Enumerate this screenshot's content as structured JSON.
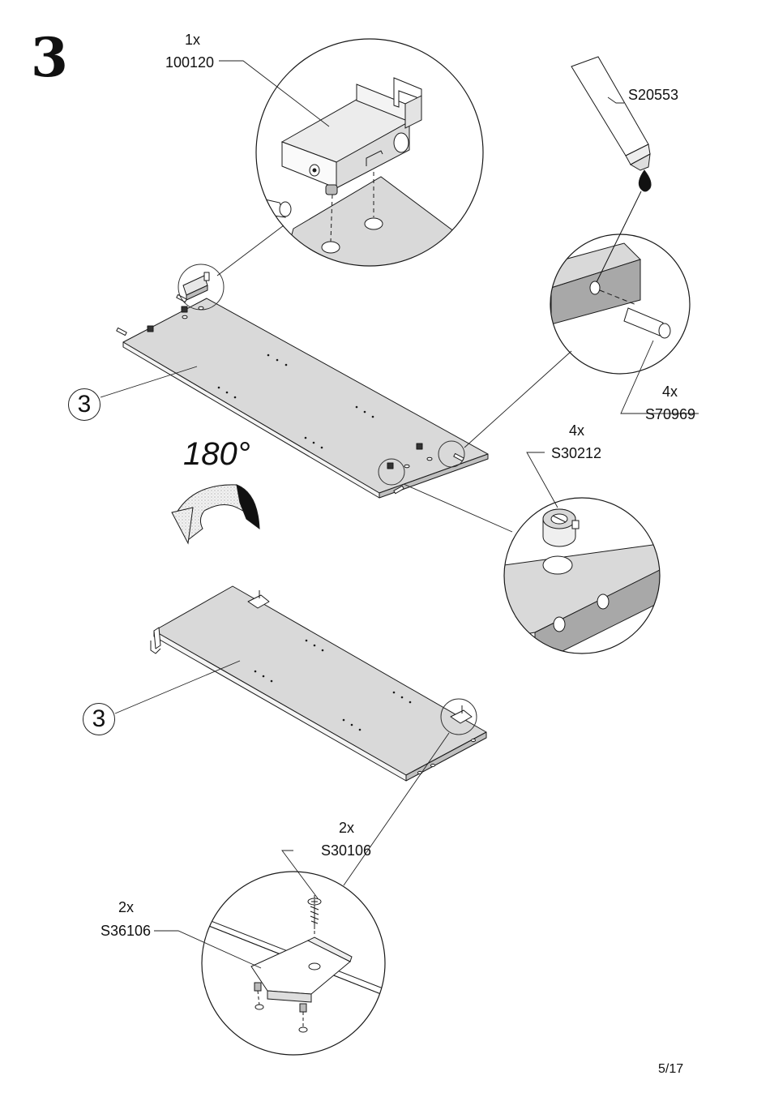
{
  "step_number": "3",
  "rotation_label": "180°",
  "page_number": "5/17",
  "callouts": {
    "top_panel_part": "3",
    "bottom_panel_part": "3"
  },
  "parts": {
    "hinge": {
      "qty": "1x",
      "code": "100120"
    },
    "glue": {
      "code": "S20553"
    },
    "dowel": {
      "qty": "4x",
      "code": "S70969"
    },
    "cam_lock": {
      "qty": "4x",
      "code": "S30212"
    },
    "screw": {
      "qty": "2x",
      "code": "S30106"
    },
    "bracket": {
      "qty": "2x",
      "code": "S36106"
    }
  },
  "colors": {
    "panel_fill": "#d9d9d9",
    "line": "#1a1a1a",
    "background": "#ffffff"
  }
}
